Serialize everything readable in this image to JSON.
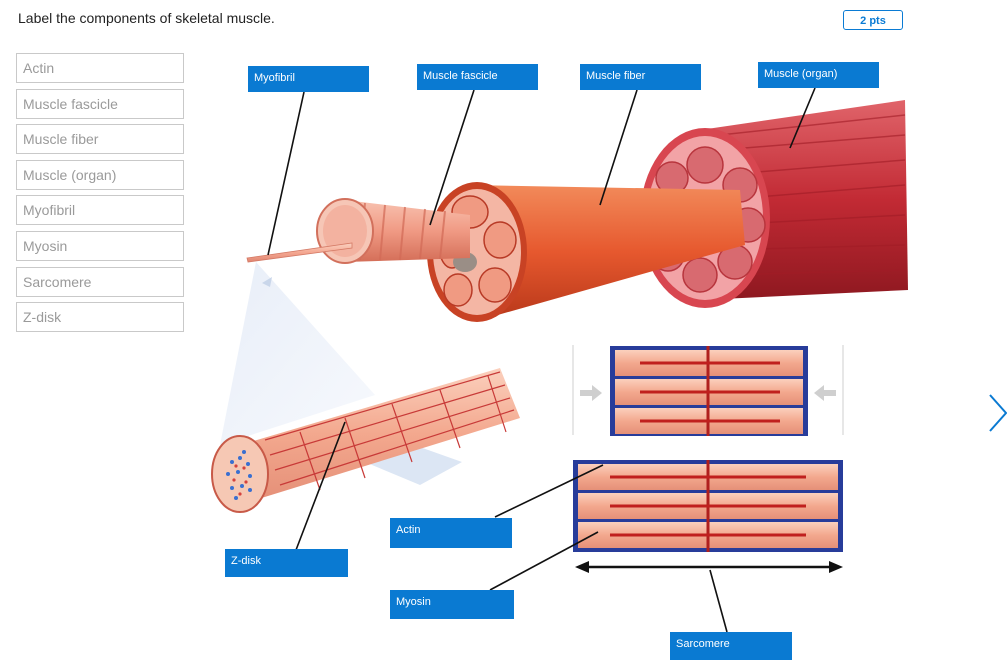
{
  "question": {
    "prompt": "Label the components of skeletal muscle.",
    "points": "2 pts"
  },
  "word_bank": [
    "Actin",
    "Muscle fascicle",
    "Muscle fiber",
    "Muscle (organ)",
    "Myofibril",
    "Myosin",
    "Sarcomere",
    "Z-disk"
  ],
  "targets": {
    "myofibril": "Myofibril",
    "fascicle": "Muscle fascicle",
    "fiber": "Muscle fiber",
    "organ": "Muscle (organ)",
    "zdisk": "Z-disk",
    "actin": "Actin",
    "myosin": "Myosin",
    "sarcomere": "Sarcomere"
  },
  "colors": {
    "label_blue": "#0a7ad2",
    "muscle_red": "#c8323a",
    "fiber_orange": "#e8643a",
    "myofibril_pink": "#f2a58e"
  }
}
